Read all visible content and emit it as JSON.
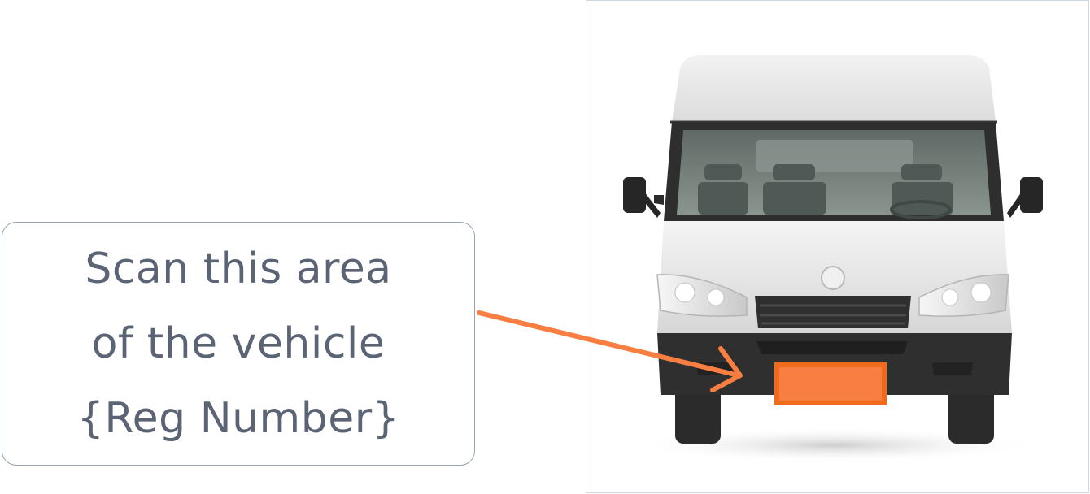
{
  "callout": {
    "line1": "Scan this area",
    "line2": "of the vehicle",
    "line3": "{Reg Number}"
  },
  "colors": {
    "highlight": "#f97e42",
    "highlight_border": "#f06a1e",
    "callout_text": "#5b6475",
    "callout_border": "#94a3b8"
  },
  "icons": {
    "vehicle": "van-front-icon",
    "pointer": "arrow-right-icon"
  }
}
